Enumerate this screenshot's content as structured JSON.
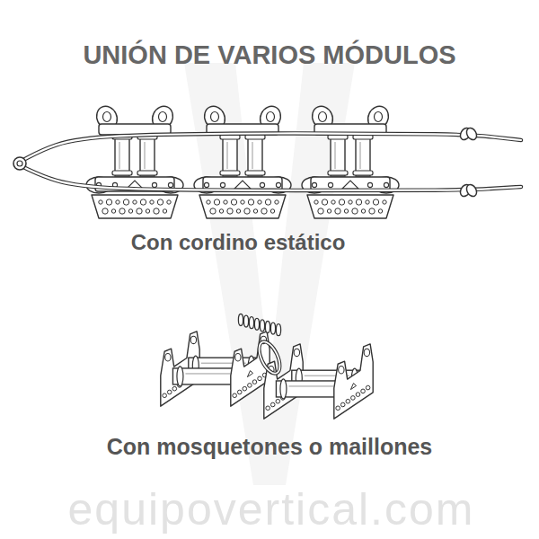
{
  "diagram": {
    "title": "UNIÓN DE VARIOS MÓDULOS",
    "labels": [
      "Con cordino estático",
      "Con mosquetones o maillones",
      "equipovertical.com"
    ]
  }
}
